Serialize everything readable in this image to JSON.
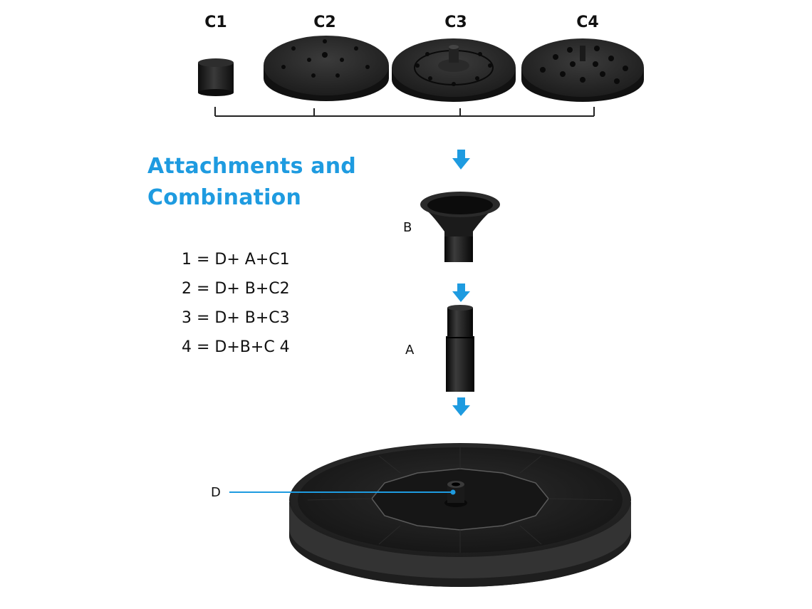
{
  "nozzles": [
    {
      "label": "C1"
    },
    {
      "label": "C2"
    },
    {
      "label": "C3"
    },
    {
      "label": "C4"
    }
  ],
  "heading": {
    "line1": "Attachments and",
    "line2": "Combination"
  },
  "formulas": [
    "1 = D+ A+C1",
    "2 = D+ B+C2",
    "3 = D+ B+C3",
    "4 = D+B+C 4"
  ],
  "parts": {
    "b": "B",
    "a": "A",
    "d": "D"
  },
  "colors": {
    "accent": "#1e9be0",
    "part": "#1c1c1c",
    "text": "#111111"
  }
}
